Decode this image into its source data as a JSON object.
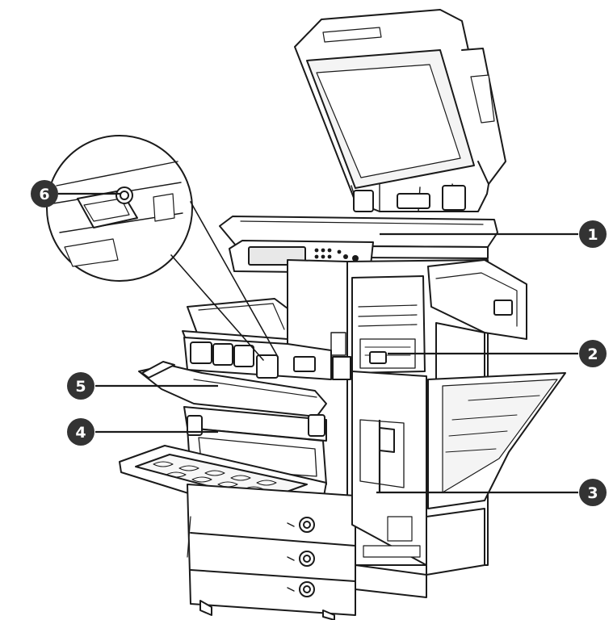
{
  "diagram": {
    "callouts": [
      {
        "id": "1",
        "label": "1"
      },
      {
        "id": "2",
        "label": "2"
      },
      {
        "id": "3",
        "label": "3"
      },
      {
        "id": "4",
        "label": "4"
      },
      {
        "id": "5",
        "label": "5"
      },
      {
        "id": "6",
        "label": "6"
      }
    ],
    "colors": {
      "ink": "#1a1a1a",
      "paper": "#ffffff",
      "badge": "#333333"
    }
  }
}
